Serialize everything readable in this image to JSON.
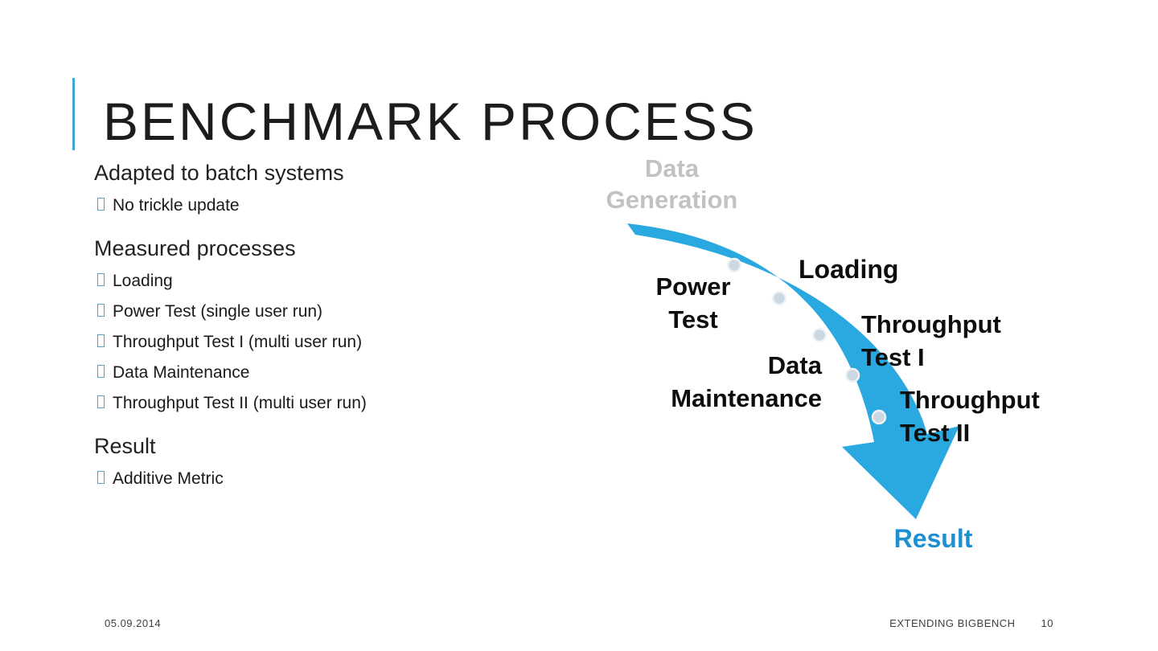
{
  "slide": {
    "title": "BENCHMARK PROCESS",
    "accent_color": "#41a8d6",
    "left": {
      "sections": [
        {
          "heading": "Adapted to batch systems",
          "bullets": [
            "No trickle update"
          ]
        },
        {
          "heading": "Measured processes",
          "bullets": [
            "Loading",
            "Power Test (single user run)",
            "Throughput Test I (multi user run)",
            "Data Maintenance",
            "Throughput Test II (multi user run)"
          ]
        },
        {
          "heading": "Result",
          "bullets": [
            "Additive Metric"
          ]
        }
      ]
    },
    "diagram": {
      "source_label": "Data Generation",
      "steps": [
        "Loading",
        "Power Test",
        "Throughput Test I",
        "Data Maintenance",
        "Throughput Test II"
      ],
      "result_label": "Result",
      "colors": {
        "arrow": "#29a9e0",
        "source_text": "#c2c2c2",
        "result_text": "#1e8fd0",
        "dot_fill": "#ccd9e2"
      }
    },
    "footer": {
      "date": "05.09.2014",
      "deck_title": "EXTENDING BIGBENCH",
      "page_number": "10"
    }
  }
}
